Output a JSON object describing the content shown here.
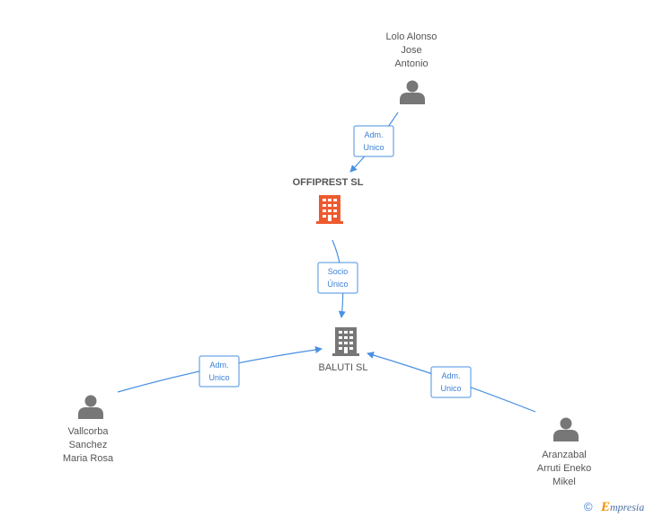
{
  "colors": {
    "edge": "#4a90e2",
    "person_icon": "#777777",
    "company_main": "#ee5a2f",
    "company_other": "#777777",
    "brand_e": "#f29100"
  },
  "nodes": {
    "lolo": {
      "type": "person",
      "icon": "person-icon",
      "lines": [
        "Lolo Alonso",
        "Jose",
        "Antonio"
      ]
    },
    "offiprest": {
      "type": "company",
      "icon": "building-icon",
      "name": "OFFIPREST SL"
    },
    "baluti": {
      "type": "company",
      "icon": "building-icon",
      "name": "BALUTI SL"
    },
    "vallcorba": {
      "type": "person",
      "icon": "person-icon",
      "lines": [
        "Vallcorba",
        "Sanchez",
        "Maria Rosa"
      ]
    },
    "aranzabal": {
      "type": "person",
      "icon": "person-icon",
      "lines": [
        "Aranzabal",
        "Arruti Eneko",
        "Mikel"
      ]
    }
  },
  "relations": {
    "lolo_offiprest": [
      "Adm.",
      "Unico"
    ],
    "offiprest_baluti": [
      "Socio",
      "Único"
    ],
    "vallcorba_baluti": [
      "Adm.",
      "Unico"
    ],
    "aranzabal_baluti": [
      "Adm.",
      "Unico"
    ]
  },
  "footer": {
    "copyright": "©",
    "brand_first": "E",
    "brand_rest": "mpresia"
  }
}
